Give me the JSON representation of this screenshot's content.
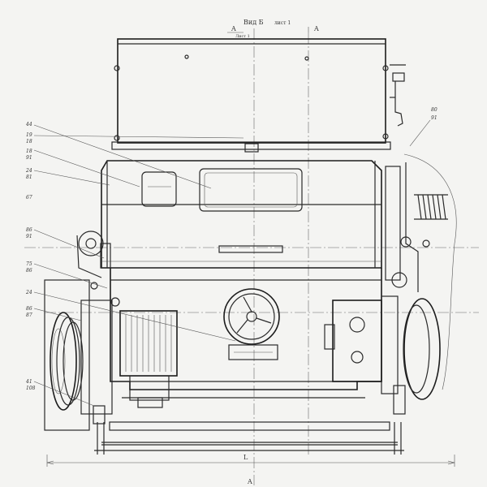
{
  "view": {
    "title": "Вид Б",
    "sheet_ref": "лист 1",
    "section_left": "A",
    "section_right": "A",
    "section_bottom": "A",
    "sheet_top": "Лист 1"
  },
  "dimension": {
    "overall_width": "L"
  },
  "callouts": [
    {
      "ref": "44",
      "sub": ""
    },
    {
      "ref": "19",
      "sub": "18"
    },
    {
      "ref": "18",
      "sub": "91"
    },
    {
      "ref": "24",
      "sub": "81"
    },
    {
      "ref": "67",
      "sub": ""
    },
    {
      "ref": "86",
      "sub": "91"
    },
    {
      "ref": "75",
      "sub": "86"
    },
    {
      "ref": "24",
      "sub": ""
    },
    {
      "ref": "86",
      "sub": "87"
    },
    {
      "ref": "41",
      "sub": "108"
    },
    {
      "ref": "80",
      "sub": "91"
    }
  ]
}
